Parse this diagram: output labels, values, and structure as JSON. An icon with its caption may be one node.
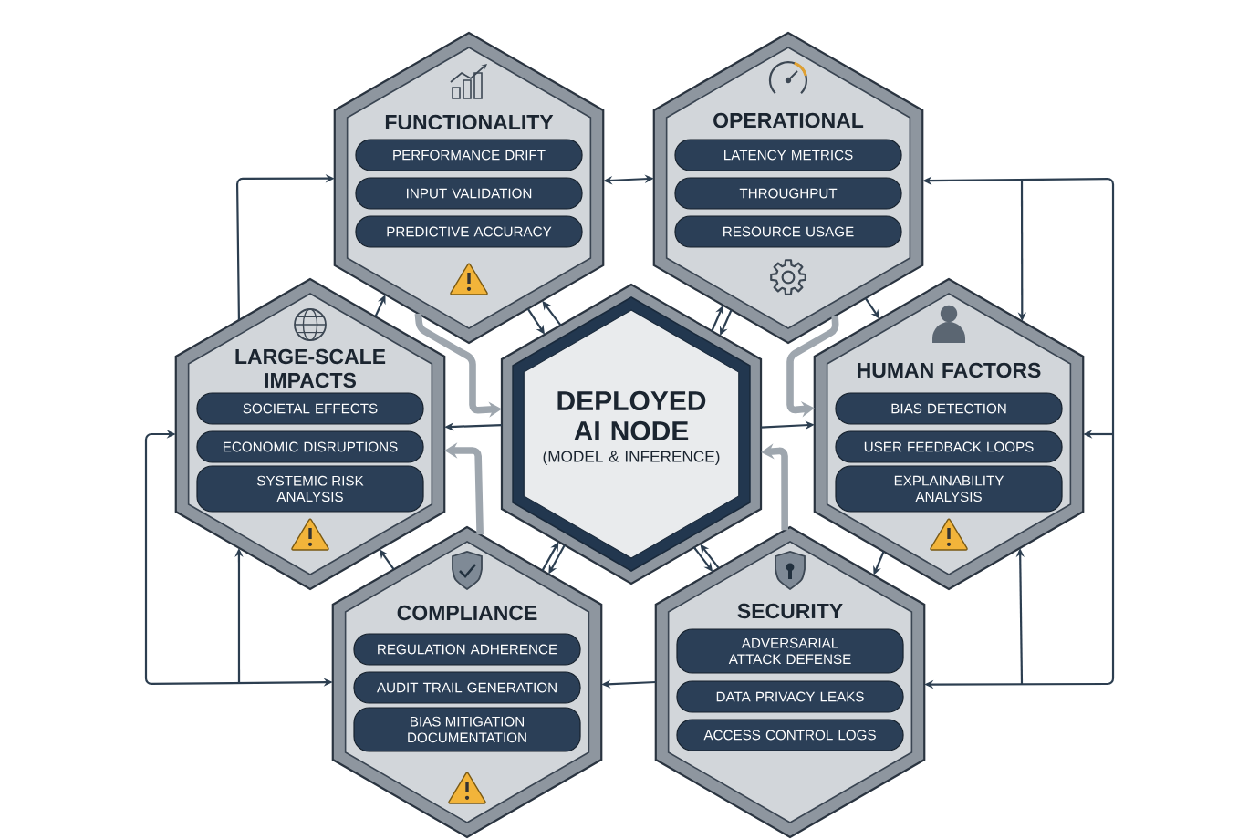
{
  "diagram": {
    "nodes": [
      {
        "text": [
          "FUNCTIONALITY"
        ]
      },
      {
        "text": [
          "PERFORMANCE DRIFT"
        ],
        "in": 0
      },
      {
        "text": [
          "INPUT VALIDATION"
        ],
        "in": 0
      },
      {
        "text": [
          "PREDICTIVE ACCURACY"
        ],
        "in": 0
      },
      {
        "text": [
          "OPERATIONAL"
        ]
      },
      {
        "text": [
          "LATENCY METRICS"
        ],
        "in": 4
      },
      {
        "text": [
          "THROUGHPUT"
        ],
        "in": 4
      },
      {
        "text": [
          "RESOURCE USAGE"
        ],
        "in": 4
      },
      {
        "text": [
          "LARGE-SCALE IMPACTS"
        ]
      },
      {
        "text": [
          "SOCIETAL EFFECTS"
        ],
        "in": 8
      },
      {
        "text": [
          "ECONOMIC DISRUPTIONS"
        ],
        "in": 8
      },
      {
        "text": [
          "SYSTEMIC RISK ANALYSIS"
        ],
        "in": 8
      },
      {
        "text": [
          "DEPLOYED AI NODE",
          "(MODEL & INFERENCE)"
        ]
      },
      {
        "text": [
          "HUMAN FACTORS"
        ]
      },
      {
        "text": [
          "BIAS DETECTION"
        ],
        "in": 13
      },
      {
        "text": [
          "USER FEEDBACK LOOPS"
        ],
        "in": 13
      },
      {
        "text": [
          "EXPLAINABILITY ANALYSIS"
        ],
        "in": 13
      },
      {
        "text": [
          "COMPLIANCE"
        ]
      },
      {
        "text": [
          "REGULATION ADHERENCE"
        ],
        "in": 17
      },
      {
        "text": [
          "AUDIT TRAIL GENERATION"
        ],
        "in": 17
      },
      {
        "text": [
          "BIAS MITIGATION DOCUMENTATION"
        ],
        "in": 17
      },
      {
        "text": [
          "SECURITY"
        ]
      },
      {
        "text": [
          "ADVERSARIAL ATTACK DEFENSE"
        ],
        "in": 21
      },
      {
        "text": [
          "DATA PRIVACY LEAKS"
        ],
        "in": 21
      },
      {
        "text": [
          "ACCESS CONTROL LOGS"
        ],
        "in": 21
      }
    ],
    "edges": [
      {
        "from": 0,
        "to": 4,
        "arrow": "both"
      },
      {
        "from": 8,
        "to": 0,
        "arrow": "to"
      },
      {
        "from": 8,
        "to": 17,
        "arrow": "both"
      },
      {
        "from": null,
        "to": 8,
        "arrow": "to"
      },
      {
        "from": 8,
        "to": 0,
        "arrow": "to"
      },
      {
        "from": 0,
        "to": 12,
        "arrow": "to"
      },
      {
        "from": 12,
        "to": 0,
        "arrow": "to"
      },
      {
        "from": 4,
        "to": 12,
        "arrow": "to"
      },
      {
        "from": 12,
        "to": 4,
        "arrow": "to"
      },
      {
        "from": 4,
        "to": 13,
        "arrow": "to"
      },
      {
        "from": 4,
        "to": 21,
        "arrow": "both"
      },
      {
        "from": null,
        "to": 13,
        "arrow": "to"
      },
      {
        "from": null,
        "to": 13,
        "arrow": "to"
      },
      {
        "from": null,
        "to": 13,
        "arrow": "to"
      },
      {
        "from": 12,
        "to": 8,
        "arrow": "to"
      },
      {
        "from": 12,
        "to": 13,
        "arrow": "to"
      },
      {
        "from": 0,
        "to": 12,
        "arrow": "to",
        "style": "thick",
        "color": "#9ea6ae"
      },
      {
        "from": 17,
        "to": 8,
        "arrow": "to",
        "style": "thick",
        "color": "#9ea6ae"
      },
      {
        "from": 4,
        "to": 13,
        "arrow": "to",
        "style": "thick",
        "color": "#9ea6ae"
      },
      {
        "from": 21,
        "to": 12,
        "arrow": "to",
        "style": "thick",
        "color": "#9ea6ae"
      },
      {
        "from": 17,
        "to": 8,
        "arrow": "to"
      },
      {
        "from": 17,
        "to": 12,
        "arrow": "to"
      },
      {
        "from": 12,
        "to": 17,
        "arrow": "to"
      },
      {
        "from": 21,
        "to": 12,
        "arrow": "to"
      },
      {
        "from": 12,
        "to": 21,
        "arrow": "to"
      },
      {
        "from": 13,
        "to": 21,
        "arrow": "to"
      },
      {
        "from": 21,
        "to": 17,
        "arrow": "to"
      }
    ]
  }
}
